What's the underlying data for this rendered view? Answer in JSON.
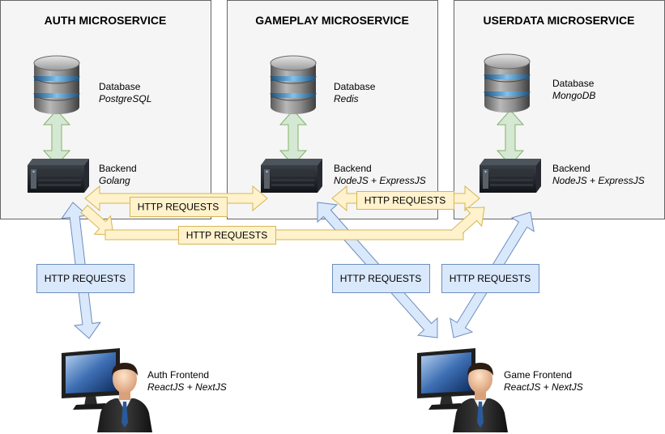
{
  "colors": {
    "box_fill": "#f5f5f5",
    "box_stroke": "#666666",
    "db_arrow_fill": "#d5e8d4",
    "db_arrow_stroke": "#82b366",
    "yellow_fill": "#fff2cc",
    "yellow_stroke": "#d6b656",
    "blue_fill": "#dae8fc",
    "blue_stroke": "#6c8ebf"
  },
  "microservices": [
    {
      "title": "AUTH MICROSERVICE",
      "database": {
        "label": "Database",
        "tech": "PostgreSQL",
        "icon": "database-icon"
      },
      "backend": {
        "label": "Backend",
        "tech": "Golang",
        "icon": "server-icon"
      }
    },
    {
      "title": "GAMEPLAY MICROSERVICE",
      "database": {
        "label": "Database",
        "tech": "Redis",
        "icon": "database-icon"
      },
      "backend": {
        "label": "Backend",
        "tech": "NodeJS + ExpressJS",
        "icon": "server-icon"
      }
    },
    {
      "title": "USERDATA MICROSERVICE",
      "database": {
        "label": "Database",
        "tech": "MongoDB",
        "icon": "database-icon"
      },
      "backend": {
        "label": "Backend",
        "tech": "NodeJS + ExpressJS",
        "icon": "server-icon"
      }
    }
  ],
  "connections": {
    "auth_gameplay": "HTTP REQUESTS",
    "gameplay_userdata": "HTTP REQUESTS",
    "auth_userdata": "HTTP REQUESTS",
    "auth_frontend": "HTTP REQUESTS",
    "game_frontend_gameplay": "HTTP REQUESTS",
    "game_frontend_userdata": "HTTP REQUESTS"
  },
  "frontends": [
    {
      "label": "Auth Frontend",
      "tech": "ReactJS + NextJS",
      "icon": "user-at-monitor-icon"
    },
    {
      "label": "Game Frontend",
      "tech": "ReactJS + NextJS",
      "icon": "user-at-monitor-icon"
    }
  ]
}
